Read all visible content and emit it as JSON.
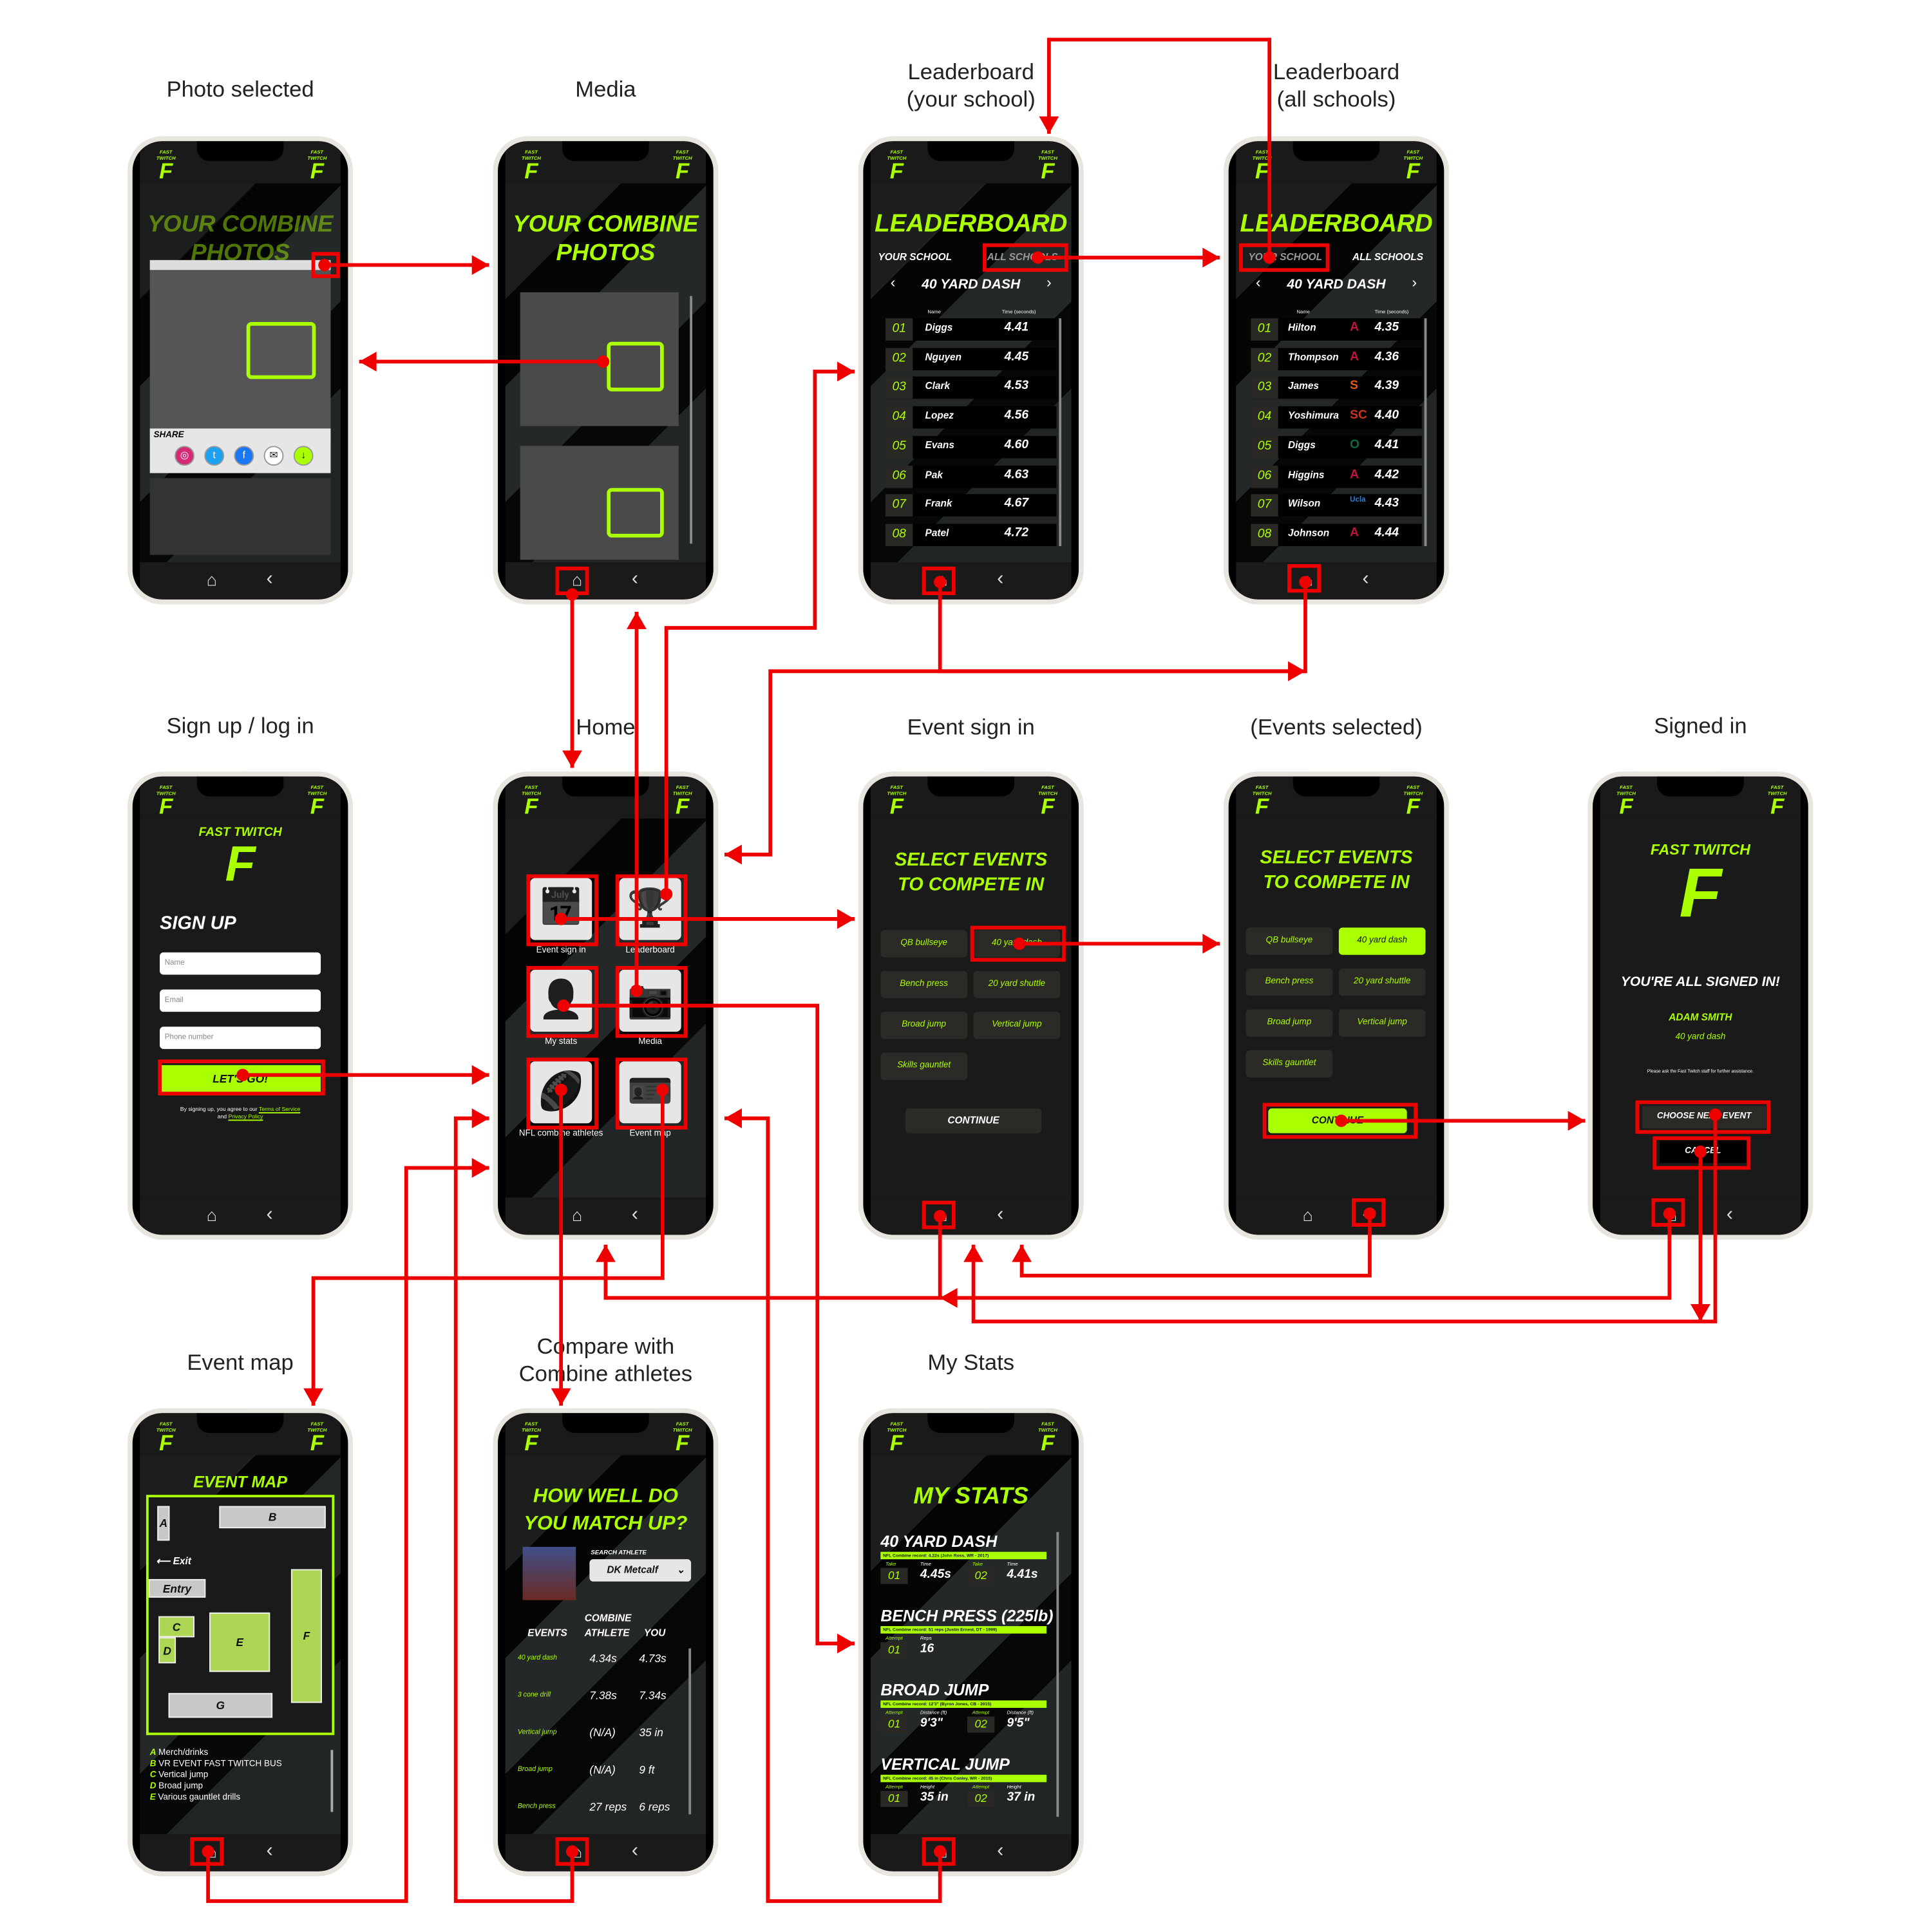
{
  "brand": {
    "name": "FAST TWITCH",
    "mark": "F",
    "accent": "#aaff00",
    "connector_color": "#ee0000"
  },
  "screen_labels": {
    "photo_selected": "Photo selected",
    "media": "Media",
    "lb_school_1": "Leaderboard",
    "lb_school_2": "(your school)",
    "lb_all_1": "Leaderboard",
    "lb_all_2": "(all schools)",
    "signup": "Sign up / log in",
    "home": "Home",
    "event_signin": "Event sign in",
    "events_selected": "(Events selected)",
    "signed_in": "Signed in",
    "event_map": "Event map",
    "compare_1": "Compare with",
    "compare_2": "Combine athletes",
    "my_stats": "My Stats"
  },
  "photo_selected": {
    "title_1": "YOUR COMBINE",
    "title_2": "PHOTOS",
    "share": "SHARE",
    "share_icons": [
      "instagram-icon",
      "twitter-icon",
      "facebook-icon",
      "email-icon",
      "download-icon"
    ]
  },
  "media": {
    "title_1": "YOUR COMBINE",
    "title_2": "PHOTOS"
  },
  "leaderboard": {
    "title": "LEADERBOARD",
    "tab_school": "YOUR SCHOOL",
    "tab_all": "ALL SCHOOLS",
    "event": "40 YARD DASH",
    "col_name": "Name",
    "col_time": "Time (seconds)",
    "school_rows": [
      {
        "rank": "01",
        "name": "Diggs",
        "time": "4.41"
      },
      {
        "rank": "02",
        "name": "Nguyen",
        "time": "4.45"
      },
      {
        "rank": "03",
        "name": "Clark",
        "time": "4.53"
      },
      {
        "rank": "04",
        "name": "Lopez",
        "time": "4.56"
      },
      {
        "rank": "05",
        "name": "Evans",
        "time": "4.60"
      },
      {
        "rank": "06",
        "name": "Pak",
        "time": "4.63"
      },
      {
        "rank": "07",
        "name": "Frank",
        "time": "4.67"
      },
      {
        "rank": "08",
        "name": "Patel",
        "time": "4.72"
      }
    ],
    "all_rows": [
      {
        "rank": "01",
        "name": "Hilton",
        "school": "A",
        "color": "#c0143c",
        "time": "4.35"
      },
      {
        "rank": "02",
        "name": "Thompson",
        "school": "A",
        "color": "#c0143c",
        "time": "4.36"
      },
      {
        "rank": "03",
        "name": "James",
        "school": "S",
        "color": "#e05a12",
        "time": "4.39"
      },
      {
        "rank": "04",
        "name": "Yoshimura",
        "school": "SC",
        "color": "#c8341e",
        "time": "4.40"
      },
      {
        "rank": "05",
        "name": "Diggs",
        "school": "O",
        "color": "#0a6b3b",
        "time": "4.41"
      },
      {
        "rank": "06",
        "name": "Higgins",
        "school": "A",
        "color": "#c0143c",
        "time": "4.42"
      },
      {
        "rank": "07",
        "name": "Wilson",
        "school": "Ucla",
        "color": "#2d7fd1",
        "time": "4.43"
      },
      {
        "rank": "08",
        "name": "Johnson",
        "school": "A",
        "color": "#c0143c",
        "time": "4.44"
      }
    ]
  },
  "signup": {
    "title": "SIGN UP",
    "name_ph": "Name",
    "email_ph": "Email",
    "phone_ph": "Phone number",
    "cta": "LET'S GO!",
    "legal_pre": "By signing up, you agree to our",
    "tos": "Terms of Service",
    "and": "and",
    "privacy": "Privacy Policy"
  },
  "home": {
    "tiles": [
      {
        "label": "Event sign in",
        "icon": "calendar-plus-icon",
        "glyph": "📅"
      },
      {
        "label": "Leaderboard",
        "icon": "trophy-icon",
        "glyph": "🏆"
      },
      {
        "label": "My stats",
        "icon": "user-icon",
        "glyph": "👤"
      },
      {
        "label": "Media",
        "icon": "camera-icon",
        "glyph": "📷"
      },
      {
        "label": "NFL combine athletes",
        "icon": "football-icon",
        "glyph": "🏈"
      },
      {
        "label": "Event map",
        "icon": "id-card-icon",
        "glyph": "🪪"
      }
    ]
  },
  "events": {
    "title_1": "SELECT EVENTS",
    "title_2": "TO COMPETE IN",
    "options": [
      "QB bullseye",
      "40 yard dash",
      "Bench press",
      "20 yard shuttle",
      "Broad jump",
      "Vertical jump",
      "Skills gauntlet"
    ],
    "selected": "40 yard dash",
    "continue": "CONTINUE"
  },
  "signed_in": {
    "title": "YOU'RE ALL SIGNED IN!",
    "name": "ADAM SMITH",
    "event": "40 yard dash",
    "note": "Please ask the Fast Twitch staff for further assistance.",
    "next": "CHOOSE NEXT EVENT",
    "cancel": "CANCEL"
  },
  "event_map": {
    "title": "EVENT MAP",
    "exit": "Exit",
    "entry": "Entry",
    "zones": [
      "A",
      "B",
      "C",
      "D",
      "E",
      "F",
      "G"
    ],
    "legend": [
      {
        "k": "A",
        "v": "Merch/drinks"
      },
      {
        "k": "B",
        "v": "VR EVENT FAST TWITCH BUS"
      },
      {
        "k": "C",
        "v": "Vertical jump"
      },
      {
        "k": "D",
        "v": "Broad jump"
      },
      {
        "k": "E",
        "v": "Various gauntlet drills"
      }
    ]
  },
  "compare": {
    "title_1": "HOW WELL DO",
    "title_2": "YOU MATCH UP?",
    "search_label": "SEARCH ATHLETE",
    "athlete": "DK Metcalf",
    "col_events": "EVENTS",
    "col_combine_1": "COMBINE",
    "col_combine_2": "ATHLETE",
    "col_you": "YOU",
    "rows": [
      {
        "e": "40 yard dash",
        "a": "4.34s",
        "y": "4.73s"
      },
      {
        "e": "3 cone drill",
        "a": "7.38s",
        "y": "7.34s"
      },
      {
        "e": "Vertical jump",
        "a": "(N/A)",
        "y": "35 in"
      },
      {
        "e": "Broad jump",
        "a": "(N/A)",
        "y": "9 ft"
      },
      {
        "e": "Bench press",
        "a": "27 reps",
        "y": "6 reps"
      }
    ]
  },
  "my_stats": {
    "title": "MY STATS",
    "sections": [
      {
        "name": "40 YARD DASH",
        "record": "NFL Combine record: 4.22s (John Ross, WR - 2017)",
        "k": "Take",
        "v": "Time",
        "entries": [
          {
            "n": "01",
            "val": "4.45s"
          },
          {
            "n": "02",
            "val": "4.41s"
          }
        ]
      },
      {
        "name": "BENCH PRESS (225lb)",
        "record": "NFL Combine record: 51 reps (Justin Ernest, DT - 1999)",
        "k": "Attempt",
        "v": "Reps",
        "entries": [
          {
            "n": "01",
            "val": "16"
          }
        ]
      },
      {
        "name": "BROAD JUMP",
        "record": "NFL Combine record: 12'3\" (Byron Jones, CB - 2015)",
        "k": "Attempt",
        "v": "Distance (ft)",
        "entries": [
          {
            "n": "01",
            "val": "9'3\""
          },
          {
            "n": "02",
            "val": "9'5\""
          }
        ]
      },
      {
        "name": "VERTICAL JUMP",
        "record": "NFL Combine record: 45 in (Chris Conley, WR - 2015)",
        "k": "Attempt",
        "v": "Height",
        "entries": [
          {
            "n": "01",
            "val": "35 in"
          },
          {
            "n": "02",
            "val": "37 in"
          }
        ]
      }
    ]
  },
  "nav": {
    "home_glyph": "⌂",
    "back_glyph": "‹"
  }
}
